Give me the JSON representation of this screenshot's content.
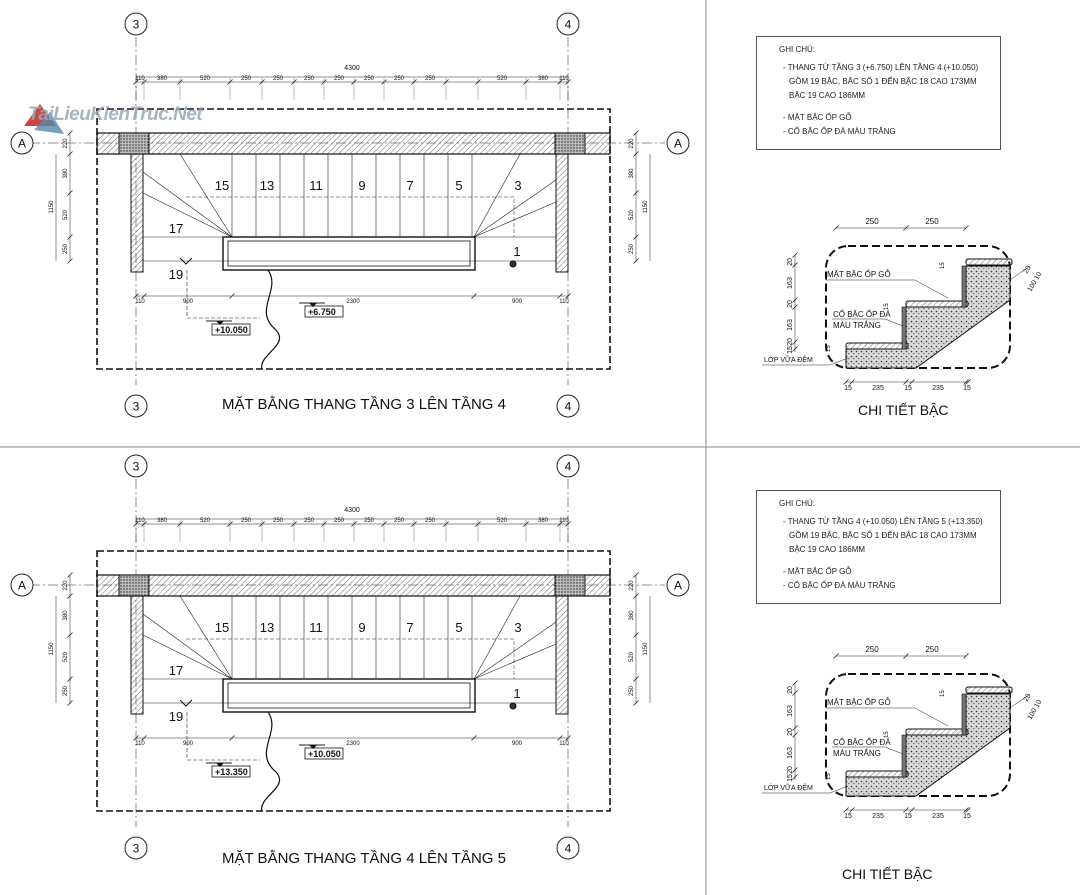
{
  "watermark": {
    "text": "TaiLieuKienTruc.Net"
  },
  "plans": [
    {
      "title": "MẶT BẰNG THANG TẦNG 3 LÊN TẦNG 4",
      "grid_left": "3",
      "grid_right": "4",
      "grid_row": "A",
      "total_dim": "4300",
      "top_dims": [
        "110",
        "380",
        "520",
        "250",
        "250",
        "250",
        "250",
        "250",
        "250",
        "250",
        "520",
        "380",
        "110"
      ],
      "left_dims": [
        "220",
        "380",
        "520",
        "250"
      ],
      "left_total": "1150",
      "right_dims": [
        "220",
        "380",
        "520",
        "250"
      ],
      "right_total": "1150",
      "bottom_dims": [
        "110",
        "900",
        "2300",
        "900",
        "110"
      ],
      "step_numbers": [
        "15",
        "13",
        "11",
        "9",
        "7",
        "5",
        "3",
        "17",
        "19",
        "1"
      ],
      "levels": [
        "+6.750",
        "+10.050"
      ]
    },
    {
      "title": "MẶT BẰNG THANG TẦNG 4 LÊN TẦNG 5",
      "grid_left": "3",
      "grid_right": "4",
      "grid_row": "A",
      "total_dim": "4300",
      "top_dims": [
        "110",
        "380",
        "520",
        "250",
        "250",
        "250",
        "250",
        "250",
        "250",
        "250",
        "520",
        "380",
        "110"
      ],
      "left_dims": [
        "220",
        "380",
        "520",
        "250"
      ],
      "left_total": "1150",
      "right_dims": [
        "220",
        "380",
        "520",
        "250"
      ],
      "right_total": "1150",
      "bottom_dims": [
        "110",
        "900",
        "2300",
        "900",
        "110"
      ],
      "step_numbers": [
        "15",
        "13",
        "11",
        "9",
        "7",
        "5",
        "3",
        "17",
        "19",
        "1"
      ],
      "levels": [
        "+10.050",
        "+13.350"
      ]
    }
  ],
  "notes": [
    {
      "title": "GHI CHÚ:",
      "lines": [
        "- THANG TỪ TẦNG 3 (+6.750) LÊN TẦNG 4 (+10.050)",
        "GỒM 19 BẬC, BẬC SỐ 1 ĐẾN BẬC 18 CAO 173MM",
        "BẬC 19 CAO 186MM"
      ],
      "items": [
        "- MẶT BẬC ỐP GỖ",
        "- CỔ BẬC ỐP ĐÁ MÀU TRẮNG"
      ]
    },
    {
      "title": "GHI CHÚ:",
      "lines": [
        "- THANG TỪ TẦNG 4 (+10.050) LÊN TẦNG 5 (+13.350)",
        "GỒM 19 BẬC, BẬC SỐ 1 ĐẾN BẬC 18 CAO 173MM",
        "BẬC 19 CAO 186MM"
      ],
      "items": [
        "- MẶT BẬC ỐP GỖ",
        "- CỔ BẬC ỐP ĐÁ MÀU TRẮNG"
      ]
    }
  ],
  "details": [
    {
      "title": "CHI TIẾT BẬC",
      "top_dims": [
        "250",
        "250"
      ],
      "bottom_dims": [
        "15",
        "235",
        "15",
        "235",
        "15"
      ],
      "left_dims": [
        "20",
        "163",
        "20",
        "163",
        "20",
        "15"
      ],
      "right_dims": [
        "20",
        "100",
        "10"
      ],
      "tread_thickness": "15",
      "labels": [
        "MẶT BẬC ỐP GỖ",
        "CỔ BẬC ỐP ĐÁ",
        "MÀU TRẮNG",
        "LỚP VỮA ĐỆM"
      ]
    },
    {
      "title": "CHI TIẾT BẬC",
      "top_dims": [
        "250",
        "250"
      ],
      "bottom_dims": [
        "15",
        "235",
        "15",
        "235",
        "15"
      ],
      "left_dims": [
        "20",
        "163",
        "20",
        "163",
        "20",
        "15"
      ],
      "right_dims": [
        "20",
        "100",
        "10"
      ],
      "tread_thickness": "15",
      "labels": [
        "MẶT BẬC ỐP GỖ",
        "CỔ BẬC ỐP ĐÁ",
        "MÀU TRẮNG",
        "LỚP VỮA ĐỆM"
      ]
    }
  ]
}
